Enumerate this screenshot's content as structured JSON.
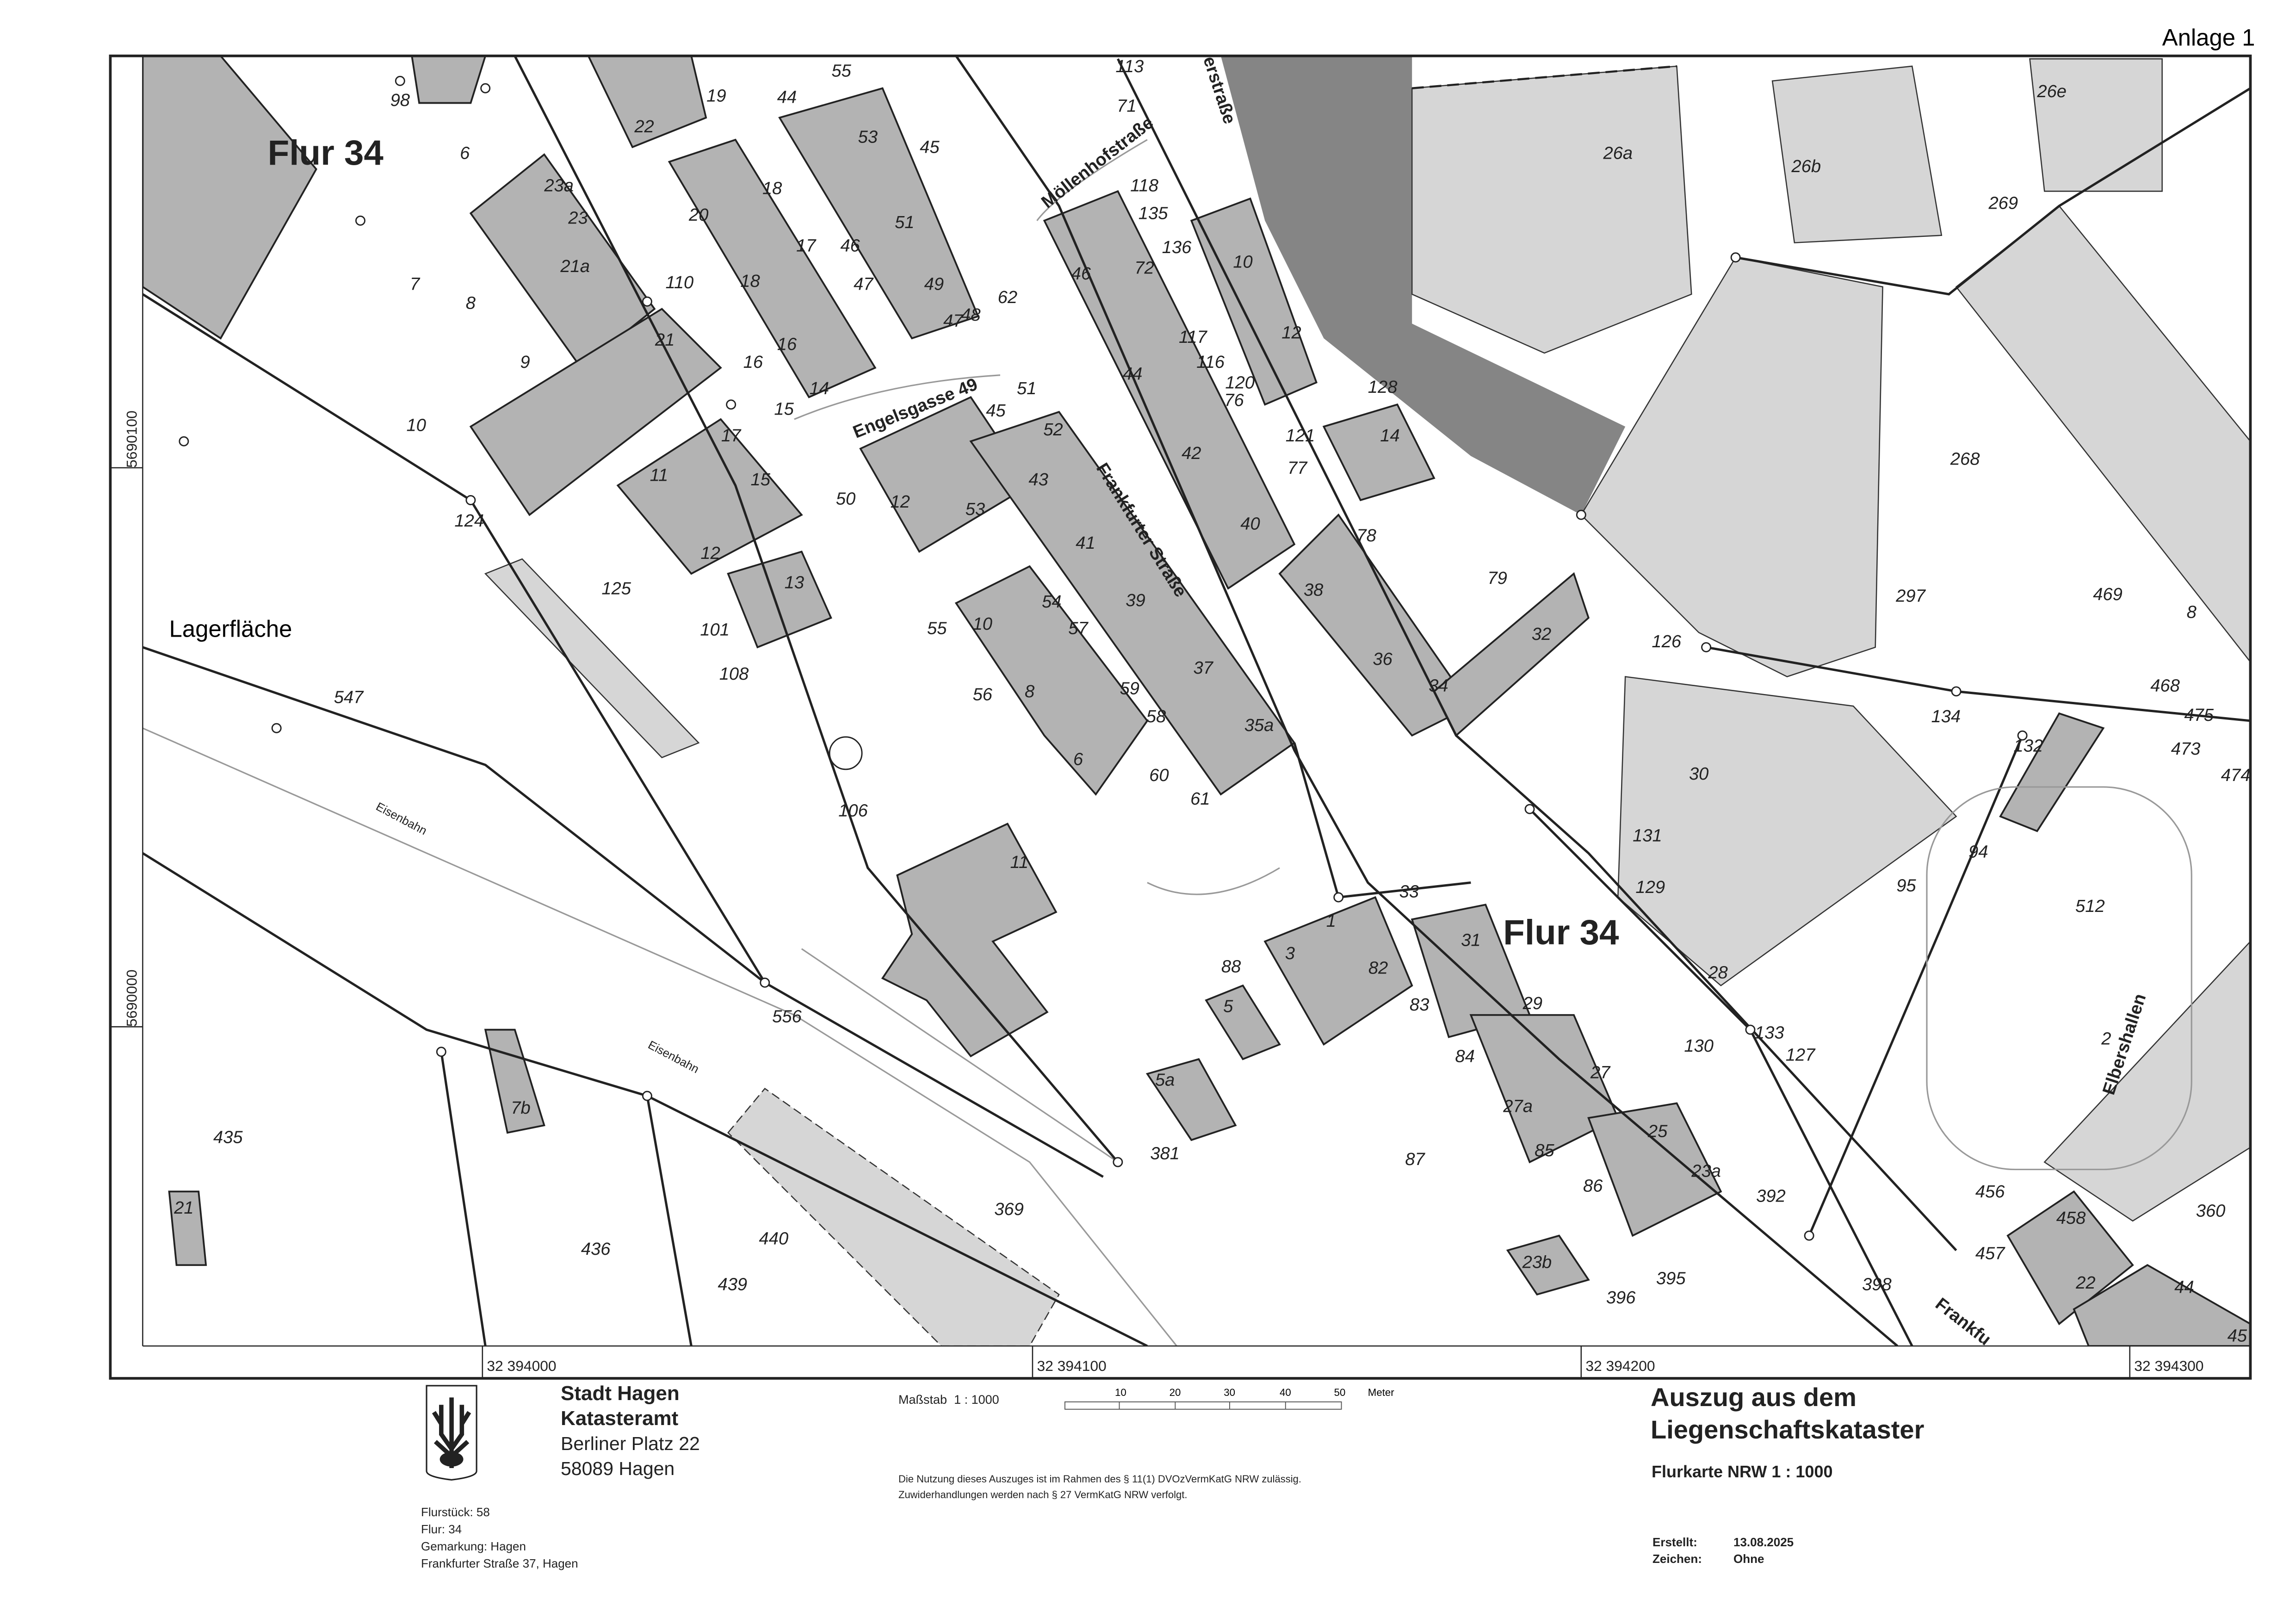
{
  "header": {
    "annex": "Anlage 1"
  },
  "map": {
    "flur_labels": [
      "Flur 34",
      "Flur 34"
    ],
    "area_label": "Lagerfläche",
    "streets": {
      "engelsgasse": "Engelsgasse 49",
      "moellenhof": "Möllenhofstraße",
      "frankfurter": "Frankfurter Straße",
      "top_street_partial": "erstraße",
      "elbershallen": "Elbershallen",
      "frankfurter_partial": "Frankfu",
      "railway_1": "Eisenbahn",
      "railway_2": "Eisenbahn"
    },
    "parcel_numbers": [
      "98",
      "6",
      "7",
      "8",
      "9",
      "10",
      "110",
      "19",
      "44",
      "45",
      "18",
      "17",
      "46",
      "47",
      "16",
      "15",
      "48",
      "62",
      "113",
      "71",
      "118",
      "135",
      "136",
      "72",
      "117",
      "116",
      "120",
      "76",
      "121",
      "128",
      "77",
      "78",
      "79",
      "51",
      "52",
      "50",
      "53",
      "54",
      "57",
      "55",
      "56",
      "59",
      "58",
      "60",
      "61",
      "11",
      "12",
      "124",
      "125",
      "101",
      "108",
      "106",
      "547",
      "556",
      "369",
      "381",
      "440",
      "439",
      "436",
      "435",
      "88",
      "82",
      "83",
      "84",
      "87",
      "85",
      "86",
      "395",
      "396",
      "392",
      "398",
      "131",
      "129",
      "130",
      "133",
      "127",
      "126",
      "268",
      "297",
      "469",
      "134",
      "132",
      "468",
      "475",
      "473",
      "474",
      "269",
      "94",
      "95",
      "512",
      "456",
      "458",
      "457",
      "360",
      "44",
      "45"
    ],
    "building_numbers": [
      "22",
      "20",
      "18",
      "16",
      "14",
      "55",
      "53",
      "51",
      "49",
      "47",
      "23a",
      "23",
      "21a",
      "21",
      "17",
      "15",
      "13",
      "12",
      "10",
      "8",
      "6",
      "45",
      "43",
      "41",
      "39",
      "37",
      "35a",
      "46",
      "44",
      "42",
      "40",
      "38",
      "36",
      "34",
      "32",
      "10",
      "12",
      "14",
      "30",
      "28",
      "11",
      "1",
      "3",
      "5",
      "5a",
      "7b",
      "21",
      "33",
      "31",
      "29",
      "27",
      "27a",
      "25",
      "23a",
      "23b",
      "26a",
      "26b",
      "26e",
      "2",
      "8",
      "22"
    ],
    "grid": {
      "northing": [
        "5690100",
        "5690000"
      ],
      "easting": [
        "32 394000",
        "32 394100",
        "32 394200",
        "32 394300"
      ]
    }
  },
  "footer": {
    "authority": {
      "city": "Stadt Hagen",
      "office": "Katasteramt",
      "street": "Berliner Platz 22",
      "city_zip": "58089 Hagen"
    },
    "scale": {
      "label": "Maßstab",
      "value": "1 : 1000",
      "ticks": [
        "10",
        "20",
        "30",
        "40",
        "50"
      ],
      "unit": "Meter"
    },
    "legal": [
      "Die Nutzung dieses Auszuges ist im Rahmen des § 11(1) DVOzVermKatG NRW zulässig.",
      "Zuwiderhandlungen werden nach § 27 VermKatG NRW verfolgt."
    ],
    "parcel_info": [
      "Flurstück: 58",
      "Flur: 34",
      "Gemarkung: Hagen",
      "Frankfurter Straße 37, Hagen"
    ],
    "title": [
      "Auszug aus dem",
      "Liegenschaftskataster"
    ],
    "subtitle": "Flurkarte NRW  1 : 1000",
    "meta": [
      {
        "label": "Erstellt:",
        "value": "13.08.2025"
      },
      {
        "label": "Zeichen:",
        "value": "Ohne"
      }
    ]
  }
}
